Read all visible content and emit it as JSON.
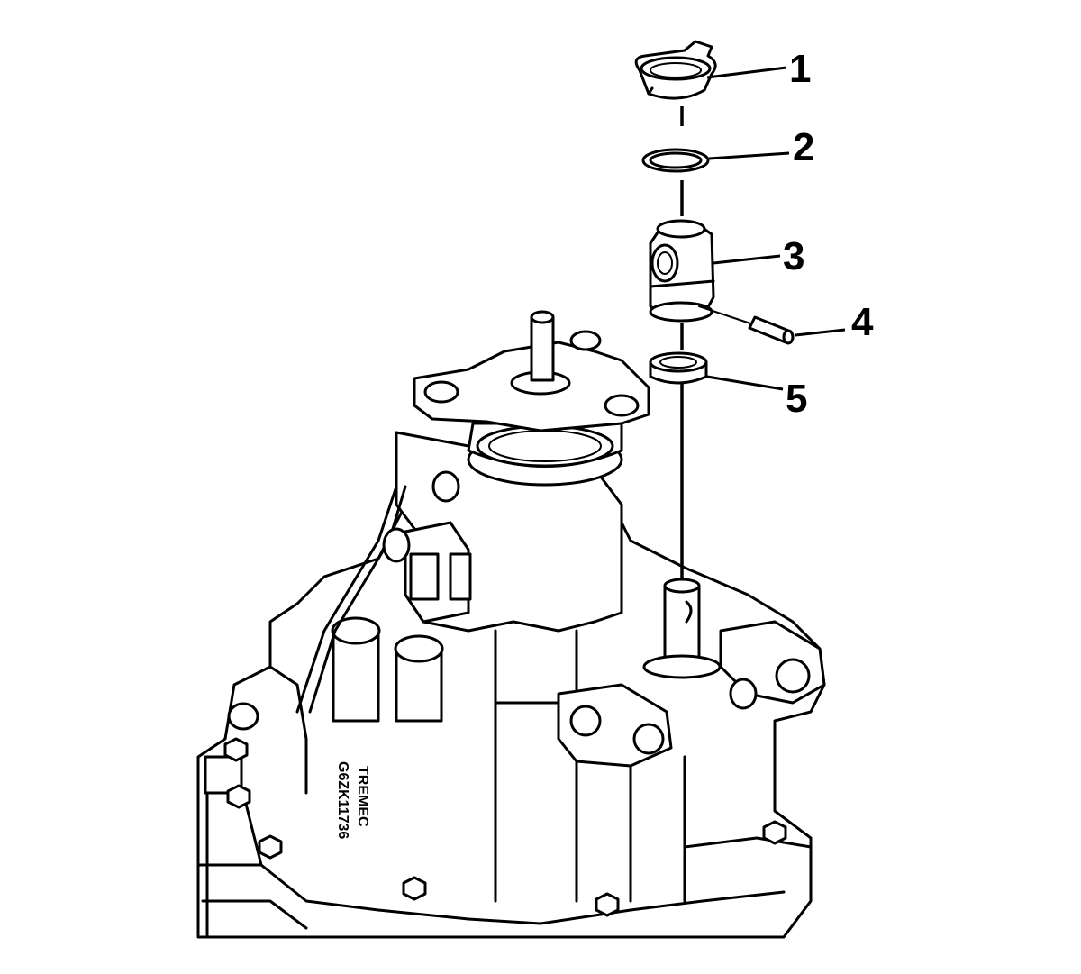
{
  "diagram": {
    "colors": {
      "line": "#000000",
      "background": "#ffffff"
    },
    "callouts": [
      {
        "id": "1",
        "label": "1"
      },
      {
        "id": "2",
        "label": "2"
      },
      {
        "id": "3",
        "label": "3"
      },
      {
        "id": "4",
        "label": "4"
      },
      {
        "id": "5",
        "label": "5"
      }
    ],
    "housing_text": [
      "TREMEC",
      "G6ZK11736"
    ]
  }
}
